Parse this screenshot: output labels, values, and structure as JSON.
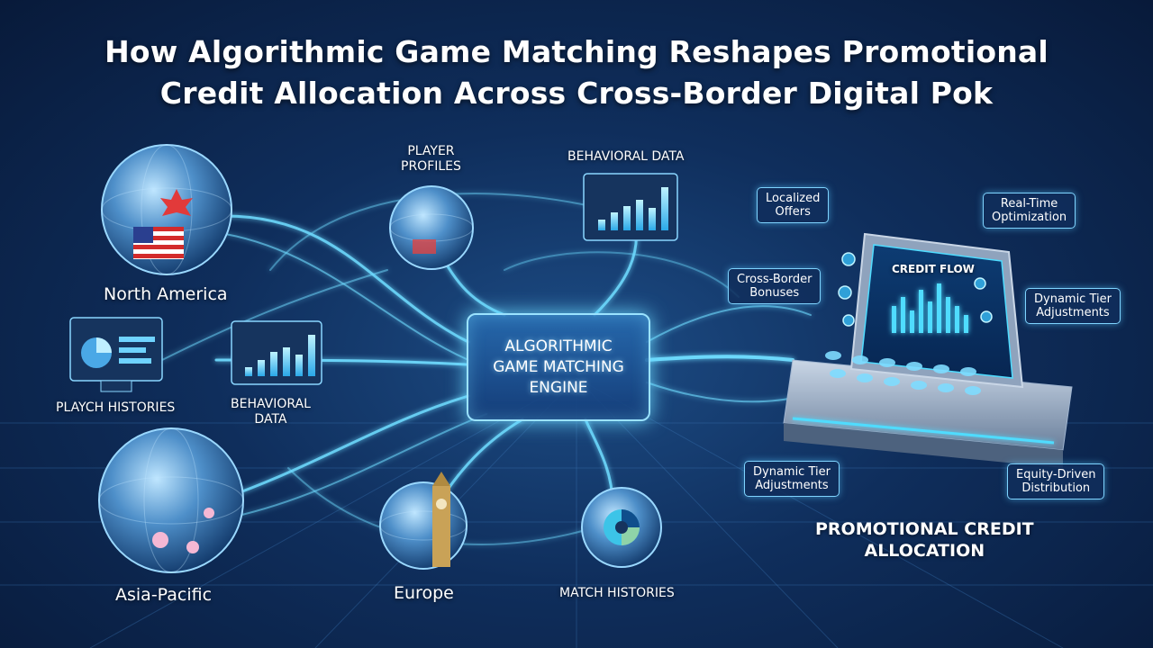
{
  "title": {
    "line1": "How Algorithmic Game Matching Reshapes Promotional",
    "line2": "Credit Allocation Across Cross-Border Digital Pok"
  },
  "regions": {
    "north_america": "North America",
    "asia_pacific": "Asia-Pacific",
    "europe": "Europe"
  },
  "data_sources": {
    "player_profiles": "PLAYER\nPROFILES",
    "behavioral_data_top": "BEHAVIORAL DATA",
    "playch_histories": "PLAYCH HISTORIES",
    "behavioral_data_left": "BEHAVIORAL\nDATA",
    "match_histories": "MATCH HISTORIES"
  },
  "engine": {
    "label": "ALGORITHMIC\nGAME MATCHING\nENGINE"
  },
  "allocation": {
    "heading": "PROMOTIONAL CREDIT\nALLOCATION",
    "screen_label": "CREDIT FLOW",
    "callouts": {
      "localized_offers": "Localized\nOffers",
      "real_time_optimization": "Real-Time\nOptimization",
      "cross_border_bonuses": "Cross-Border\nBonuses",
      "dynamic_tier_right": "Dynamic Tier\nAdjustments",
      "dynamic_tier_bottom": "Dynamic Tier\nAdjustments",
      "equity_driven": "Equity-Driven\nDistribution"
    }
  },
  "colors": {
    "background": "#0f2e5c",
    "glow": "#6fdcff",
    "accent_cyan": "#3fd0ff",
    "panel": "#16345e"
  },
  "icons": {
    "globe": "globe-icon",
    "pie": "pie-chart-icon",
    "bar": "bar-chart-icon",
    "coin": "coin-icon",
    "flag_usa": "usa-flag-icon",
    "flag_canada": "maple-leaf-icon",
    "big_ben": "big-ben-icon",
    "blossom": "cherry-blossom-icon"
  }
}
